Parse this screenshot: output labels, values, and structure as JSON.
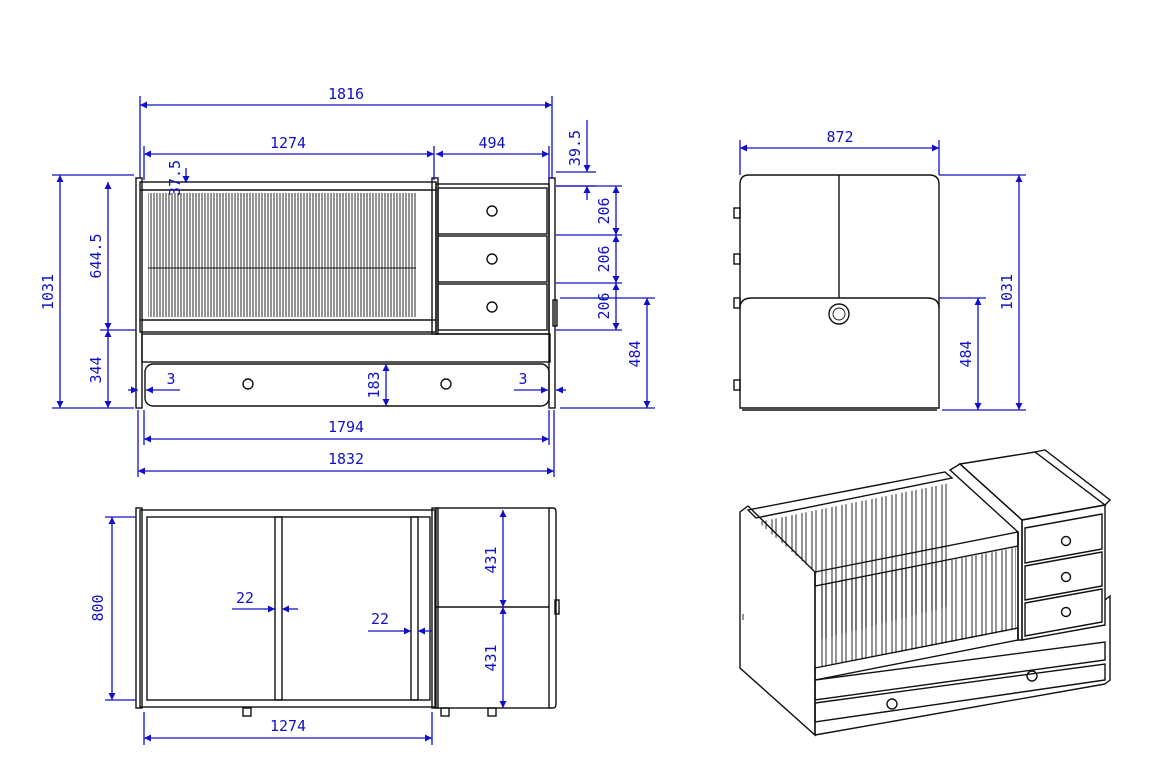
{
  "colors": {
    "line": "#111111",
    "dimension": "#1010c8",
    "background": "#ffffff"
  },
  "front_view": {
    "overall_width_top": "1816",
    "crib_width": "1274",
    "dresser_width": "494",
    "top_offset": "39.5",
    "rail_offset": "37.5",
    "crib_height": "644.5",
    "total_height": "1031",
    "base_height": "344",
    "drawer_heights": [
      "206",
      "206",
      "206"
    ],
    "dresser_base_height": "484",
    "gap_left": "3",
    "gap_right": "3",
    "drawer_front_height": "183",
    "inner_width": "1794",
    "overall_width_bottom": "1832"
  },
  "side_view": {
    "depth": "872",
    "total_height": "1031",
    "lower_height": "484"
  },
  "top_view": {
    "depth": "800",
    "panel_thickness_middle": "22",
    "panel_thickness_right": "22",
    "half_depth_top": "431",
    "half_depth_bottom": "431",
    "crib_width": "1274"
  }
}
